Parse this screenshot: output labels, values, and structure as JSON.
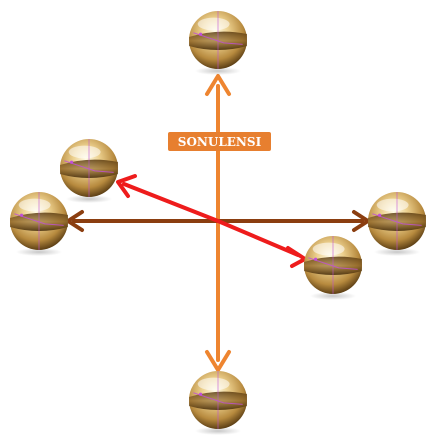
{
  "label": {
    "text": "SONULENSI"
  },
  "colors": {
    "vertical_arrow": "#ee8530",
    "horizontal_arrow": "#8b3e10",
    "diagonal_arrow": "#ee1c1c",
    "label_bg": "#e77f2f",
    "label_text": "#ffffff",
    "orb_light": "#fff6d2",
    "orb_mid": "#d9ae60",
    "orb_dark": "#6e4c18",
    "orb_line": "#c050d8"
  },
  "arrows": [
    {
      "name": "arrow-up",
      "kind": "vertical"
    },
    {
      "name": "arrow-down",
      "kind": "vertical"
    },
    {
      "name": "arrow-left",
      "kind": "horizontal"
    },
    {
      "name": "arrow-right",
      "kind": "horizontal"
    },
    {
      "name": "arrow-upper-left",
      "kind": "diagonal"
    },
    {
      "name": "arrow-lower-right",
      "kind": "diagonal"
    }
  ],
  "orbs": [
    {
      "name": "orb-top"
    },
    {
      "name": "orb-bottom"
    },
    {
      "name": "orb-left"
    },
    {
      "name": "orb-right"
    },
    {
      "name": "orb-upper-left"
    },
    {
      "name": "orb-lower-right"
    }
  ]
}
